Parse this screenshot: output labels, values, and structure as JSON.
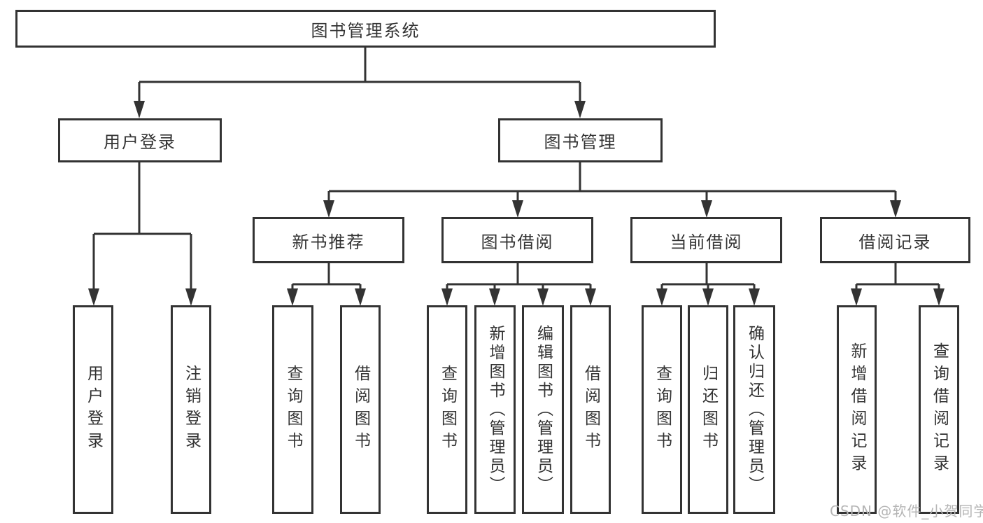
{
  "diagram": {
    "root": {
      "label": "图书管理系统"
    },
    "branches": [
      {
        "label": "用户登录",
        "children": [
          {
            "label": "用户登录"
          },
          {
            "label": "注销登录"
          }
        ]
      },
      {
        "label": "图书管理",
        "children": [
          {
            "label": "新书推荐",
            "children": [
              {
                "label": "查询图书"
              },
              {
                "label": "借阅图书"
              }
            ]
          },
          {
            "label": "图书借阅",
            "children": [
              {
                "label": "查询图书"
              },
              {
                "label": "新增图书（管理员）"
              },
              {
                "label": "编辑图书（管理员）"
              },
              {
                "label": "借阅图书"
              }
            ]
          },
          {
            "label": "当前借阅",
            "children": [
              {
                "label": "查询图书"
              },
              {
                "label": "归还图书"
              },
              {
                "label": "确认归还（管理员）"
              }
            ]
          },
          {
            "label": "借阅记录",
            "children": [
              {
                "label": "新增借阅记录"
              },
              {
                "label": "查询借阅记录"
              }
            ]
          }
        ]
      }
    ]
  },
  "colors": {
    "line": "#333333",
    "text": "#333333",
    "box_background": "#ffffff",
    "watermark": "#b5b5b5"
  },
  "watermark": {
    "text": "CSDN @软件_小贺同学"
  }
}
